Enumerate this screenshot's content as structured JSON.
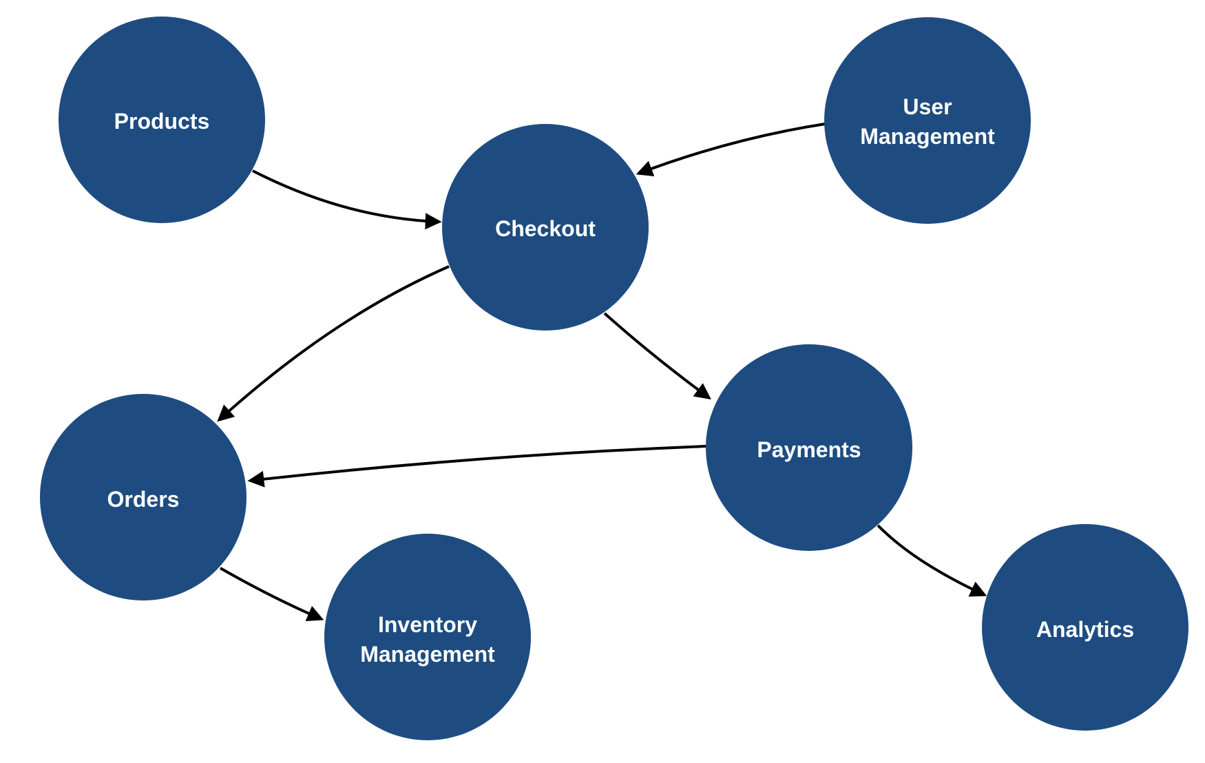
{
  "diagram": {
    "description": "Directed graph of e-commerce service modules",
    "colors": {
      "node_fill": "#1E4C80",
      "node_text": "#FFFFFF",
      "edge": "#000000",
      "background": "#FFFFFF"
    },
    "nodes": {
      "products": {
        "label": "Products"
      },
      "user_management": {
        "label": "User Management",
        "line1": "User",
        "line2": "Management"
      },
      "checkout": {
        "label": "Checkout"
      },
      "orders": {
        "label": "Orders"
      },
      "payments": {
        "label": "Payments"
      },
      "inventory_management": {
        "label": "Inventory Management",
        "line1": "Inventory",
        "line2": "Management"
      },
      "analytics": {
        "label": "Analytics"
      }
    },
    "edges": [
      {
        "from": "Products",
        "to": "Checkout"
      },
      {
        "from": "User Management",
        "to": "Checkout"
      },
      {
        "from": "Checkout",
        "to": "Orders"
      },
      {
        "from": "Checkout",
        "to": "Payments"
      },
      {
        "from": "Payments",
        "to": "Orders"
      },
      {
        "from": "Orders",
        "to": "Inventory Management"
      },
      {
        "from": "Payments",
        "to": "Analytics"
      }
    ]
  }
}
